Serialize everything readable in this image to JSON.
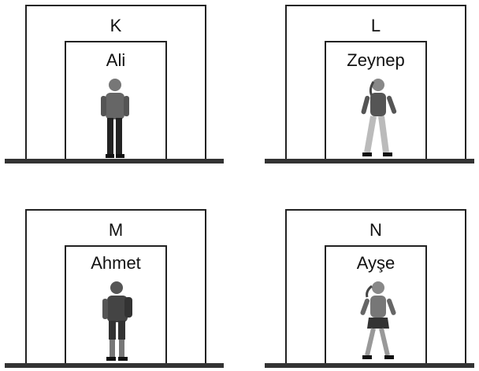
{
  "panels": [
    {
      "letter": "K",
      "name": "Ali"
    },
    {
      "letter": "L",
      "name": "Zeynep"
    },
    {
      "letter": "M",
      "name": "Ahmet"
    },
    {
      "letter": "N",
      "name": "Ayşe"
    }
  ]
}
